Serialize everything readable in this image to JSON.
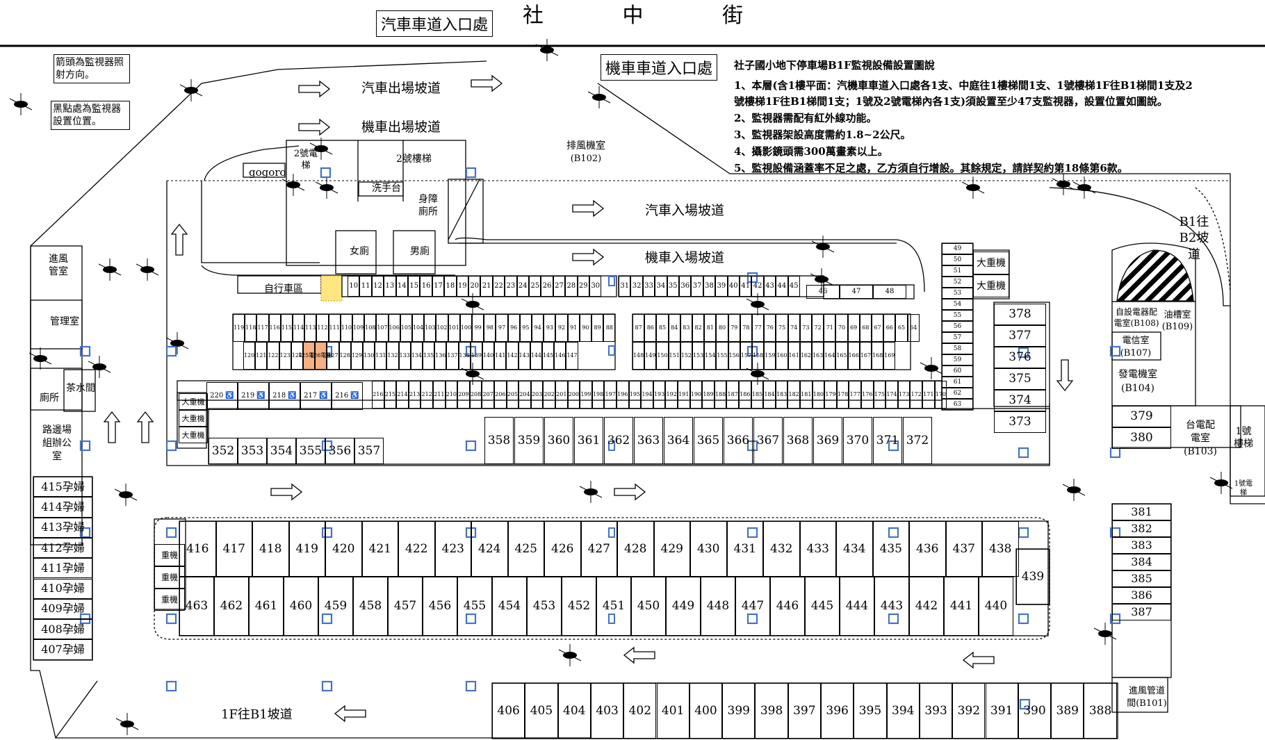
{
  "header": {
    "street": "社 中 街",
    "car_entrance": "汽車車道入口處",
    "moto_entrance": "機車車道入口處"
  },
  "legend": {
    "arrow_note": "箭頭為監視器照射方向。",
    "dot_note": "黑點處為監視器設置位置。"
  },
  "notes": {
    "title": "社子國小地下停車場B1F監視設備設置圖說",
    "items": [
      "1、本層(含1樓平面：汽機車車道入口處各1支、中庭往1樓梯間1支、1號樓梯1F往B1梯間1支及2",
      "號樓梯1F往B1梯間1支；1號及2號電梯內各1支)須設置至少47支監視器，設置位置如圖說。",
      "2、監視器需配有紅外線功能。",
      "3、監視器架設高度需約1.8~2公尺。",
      "4、攝影鏡頭需300萬畫素以上。",
      "5、監視設備涵蓋率不足之處，乙方須自行增設。其餘規定，請詳契約第18條第6款。"
    ]
  },
  "ramps": {
    "car_exit": "汽車出場坡道",
    "moto_exit": "機車出場坡道",
    "car_entry": "汽車入場坡道",
    "moto_entry": "機車入場坡道",
    "to_b2": "B1往B2坡道",
    "b1_from_1f": "1F往B1坡道"
  },
  "rooms": {
    "exhaust": "排風機室",
    "exhaust_code": "(B102)",
    "stair2": "2號樓梯",
    "elevator2": "2號電梯",
    "gogoro": "gogoro",
    "wash": "洗手台",
    "accessible_wc": "身障廁所",
    "womens": "女廁",
    "mens": "男廁",
    "bike": "自行車區",
    "intake": "進風管室",
    "manage": "管理室",
    "tea": "茶水間",
    "wc": "廁所",
    "road_office": "路邊場組辦公室",
    "big_bike": "大重機",
    "heavy": "重機",
    "self_elec": "自設電器配電室(B108)",
    "oil": "油槽室(B109)",
    "telecom": "電信室(B107)",
    "generator": "發電機室(B104)",
    "tai_power": "台電配電室(B103)",
    "stair1": "1號樓梯",
    "elevator1": "1號電梯",
    "intake_duct": "進風管道間(B101)"
  },
  "moto_left_top": [
    "119",
    "118",
    "117",
    "116",
    "115",
    "114",
    "113",
    "112",
    "111",
    "110",
    "109",
    "108",
    "107",
    "106",
    "105",
    "104",
    "103",
    "102",
    "101",
    "100",
    "99",
    "98",
    "97",
    "96",
    "95",
    "94",
    "93",
    "92",
    "91",
    "90",
    "89",
    "88"
  ],
  "moto_left_bot": [
    "120",
    "121",
    "122",
    "123",
    "124",
    "125電動",
    "126電動",
    "127",
    "128",
    "129",
    "130",
    "131",
    "132",
    "133",
    "134",
    "135",
    "136",
    "137",
    "138",
    "139",
    "140",
    "141",
    "142",
    "143",
    "144",
    "145",
    "146",
    "147"
  ],
  "moto_right_top": [
    "87",
    "86",
    "85",
    "84",
    "83",
    "82",
    "81",
    "80",
    "79",
    "78",
    "77",
    "76",
    "75",
    "74",
    "73",
    "72",
    "71",
    "70",
    "69",
    "68",
    "67",
    "66",
    "65",
    "64"
  ],
  "moto_right_bot": [
    "148",
    "149",
    "150",
    "151",
    "152",
    "153",
    "154",
    "155",
    "156",
    "157",
    "158",
    "159",
    "160",
    "161",
    "162",
    "163",
    "164",
    "165",
    "166",
    "167",
    "168",
    "169"
  ],
  "moto_row1_left": [
    "10",
    "11",
    "12",
    "13",
    "14",
    "15",
    "16",
    "17",
    "18",
    "19",
    "20",
    "21",
    "22",
    "23",
    "24",
    "25",
    "26",
    "27",
    "28",
    "29",
    "30"
  ],
  "moto_row1_right": [
    "31",
    "32",
    "33",
    "34",
    "35",
    "36",
    "37",
    "38",
    "39",
    "40",
    "41",
    "42",
    "43",
    "44",
    "45"
  ],
  "moto_row1_far": [
    "46",
    "47",
    "48"
  ],
  "moto_column": [
    "49",
    "50",
    "51",
    "52",
    "53",
    "54",
    "55",
    "56",
    "57",
    "58",
    "59",
    "60",
    "61",
    "62",
    "63"
  ],
  "moto_row3": [
    "216",
    "215",
    "214",
    "213",
    "212",
    "211",
    "210",
    "209",
    "208",
    "207",
    "206",
    "205",
    "204",
    "203",
    "202",
    "201",
    "200",
    "199",
    "198",
    "197",
    "196",
    "195",
    "194",
    "193",
    "192",
    "191",
    "190",
    "189",
    "188",
    "187",
    "186",
    "185",
    "184",
    "183",
    "182",
    "181",
    "180",
    "179",
    "178",
    "177",
    "176",
    "175",
    "174",
    "173",
    "172",
    "171",
    "170"
  ],
  "acc_moto": [
    "220",
    "219",
    "218",
    "217",
    "216"
  ],
  "cars_row_a": [
    "352",
    "353",
    "354",
    "355",
    "356",
    "357",
    "358",
    "359",
    "360",
    "361",
    "362",
    "363",
    "364",
    "365",
    "366",
    "367",
    "368",
    "369",
    "370",
    "371",
    "372"
  ],
  "cars_right_col": [
    "378",
    "377",
    "376",
    "375",
    "374",
    "373",
    "379",
    "380"
  ],
  "big_motos_right": [
    "大重機",
    "大重機"
  ],
  "cars_mid_top": [
    "416",
    "417",
    "418",
    "419",
    "420",
    "421",
    "422",
    "423",
    "424",
    "425",
    "426",
    "427",
    "428",
    "429",
    "430",
    "431",
    "432",
    "433",
    "434",
    "435",
    "436",
    "437",
    "438"
  ],
  "cars_mid_bot": [
    "463",
    "462",
    "461",
    "460",
    "459",
    "458",
    "457",
    "456",
    "455",
    "454",
    "453",
    "452",
    "451",
    "450",
    "449",
    "448",
    "447",
    "446",
    "445",
    "444",
    "443",
    "442",
    "441",
    "440"
  ],
  "car_439": "439",
  "cars_right_lower": [
    "381",
    "382",
    "383",
    "384",
    "385",
    "386",
    "387"
  ],
  "cars_bottom": [
    "406",
    "405",
    "404",
    "403",
    "402",
    "401",
    "400",
    "399",
    "398",
    "397",
    "396",
    "395",
    "394",
    "393",
    "392",
    "391",
    "390",
    "389",
    "388"
  ],
  "maternity": [
    "415孕婦",
    "414孕婦",
    "413孕婦",
    "412孕婦",
    "411孕婦",
    "410孕婦",
    "409孕婦",
    "408孕婦",
    "407孕婦"
  ]
}
